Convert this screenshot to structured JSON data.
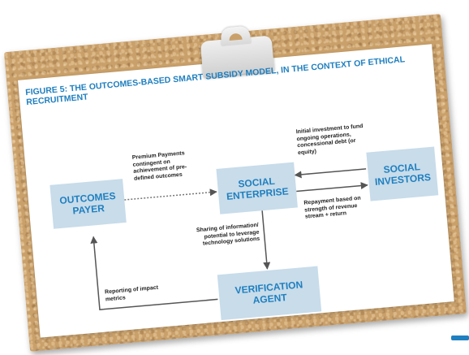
{
  "figure": {
    "title": "FIGURE 5: THE OUTCOMES-BASED SMART SUBSIDY MODEL, IN THE CONTEXT OF ETHICAL RECRUITMENT"
  },
  "nodes": {
    "outcomes_payer": "OUTCOMES PAYER",
    "social_enterprise": "SOCIAL ENTERPRISE",
    "social_investors": "SOCIAL INVESTORS",
    "verification_agent": "VERIFICATION AGENT"
  },
  "edges": {
    "premium_payments": "Premium Payments contingent on achievement of pre-defined outcomes",
    "initial_investment": "Initial investment to fund ongoing operations, concessional debt (or equity)",
    "repayment": "Repayment based on strength of revenue stream + return",
    "sharing_information": "Sharing of information/ potential to leverage technology solutions",
    "reporting": "Reporting of impact metrics"
  },
  "colors": {
    "accent": "#1f7fbf",
    "box_fill": "#c8dcea",
    "cork": "#c9a06a"
  }
}
